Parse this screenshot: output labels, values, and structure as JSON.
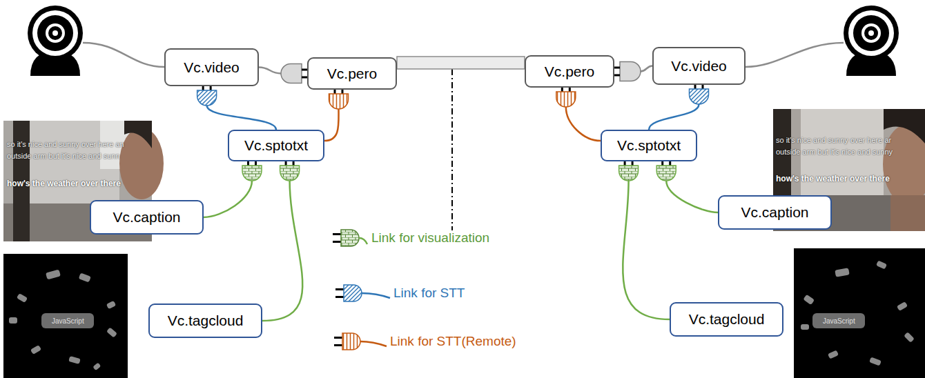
{
  "diagram": {
    "nodes": [
      {
        "text": [
          "Vc.video"
        ]
      },
      {
        "text": [
          "Vc.pero"
        ]
      },
      {
        "text": [
          "Vc.pero"
        ]
      },
      {
        "text": [
          "Vc.video"
        ]
      },
      {
        "text": [
          "Vc.sptotxt"
        ]
      },
      {
        "text": [
          "Vc.sptotxt"
        ]
      },
      {
        "text": [
          "Vc.caption"
        ]
      },
      {
        "text": [
          "Vc.caption"
        ]
      },
      {
        "text": [
          "Vc.tagcloud"
        ]
      },
      {
        "text": [
          "Vc.tagcloud"
        ]
      }
    ],
    "edges": [
      {
        "from": 0,
        "to": 1,
        "arrow": "none"
      },
      {
        "from": 1,
        "to": 2,
        "arrow": "none"
      },
      {
        "from": 3,
        "to": 2,
        "arrow": "none"
      },
      {
        "from": 0,
        "to": 4,
        "arrow": "none"
      },
      {
        "from": 1,
        "to": 4,
        "arrow": "none"
      },
      {
        "from": 2,
        "to": 5,
        "arrow": "none"
      },
      {
        "from": 3,
        "to": 5,
        "arrow": "none"
      },
      {
        "from": 4,
        "to": 6,
        "arrow": "none"
      },
      {
        "from": 4,
        "to": 8,
        "arrow": "none"
      },
      {
        "from": 5,
        "to": 7,
        "arrow": "none"
      },
      {
        "from": 5,
        "to": 9,
        "arrow": "none"
      }
    ],
    "labels": [
      "so it's nice and sunny over here an",
      "outside arm but it's nice and sunn",
      "how's the weather over there",
      "JavaScript",
      "so it's nice and sunny over here ar",
      "outside arm but it's nice and sunny",
      "how's the weather over there",
      "JavaScript"
    ],
    "legend": [
      {
        "text": "Link for visualization"
      },
      {
        "text": "Link for STT"
      },
      {
        "text": "Link for STT(Remote)"
      }
    ]
  }
}
